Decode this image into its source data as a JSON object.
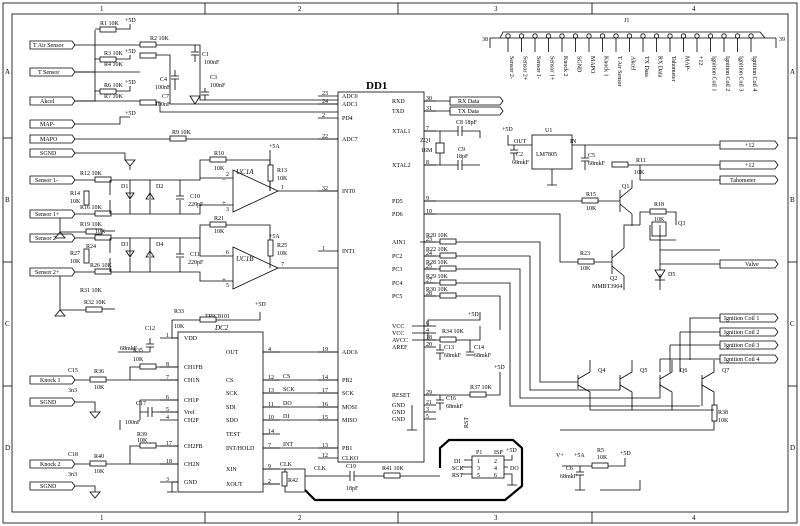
{
  "frame": {
    "columns": [
      "1",
      "2",
      "3",
      "4"
    ],
    "rows": [
      "A",
      "B",
      "C",
      "D"
    ]
  },
  "connectors": {
    "t_air_sensor": "T Air Sensor",
    "t_sensor": "T Sensor",
    "akcel": "Akcel",
    "map_minus": "MAP-",
    "mapo": "MAPO",
    "sgnd": "SGND",
    "sensor1_minus": "Sensor 1-",
    "sensor1_plus": "Sensor 1+",
    "sensor2_minus": "Sensor 2-",
    "sensor2_plus": "Sensor 2+",
    "knock1": "Knock 1",
    "knock2": "Knock 2",
    "rx_data": "RX Data",
    "tx_data": "TX Data",
    "plus12": "+12",
    "tahometer": "Tahometer",
    "valve": "Valve",
    "ign1": "Ignition Coil 1",
    "ign2": "Ignition Coil 2",
    "ign3": "Ignition Coil 3",
    "ign4": "Ignition Coil 4"
  },
  "rails": {
    "p5d": "+5D",
    "p5a": "+5A",
    "vplus": "V+"
  },
  "mcu": {
    "name": "DD1",
    "left_pins": [
      {
        "num": "23",
        "name": "ADC0"
      },
      {
        "num": "24",
        "name": "ADC1"
      },
      {
        "num": "2",
        "name": "PD4"
      },
      {
        "num": "22",
        "name": "ADC7"
      },
      {
        "num": "32",
        "name": "INT0"
      },
      {
        "num": "1",
        "name": "INT1"
      },
      {
        "num": "19",
        "name": "ADC6"
      },
      {
        "num": "14",
        "name": "PB2"
      },
      {
        "num": "17",
        "name": "SCK"
      },
      {
        "num": "16",
        "name": "MOSI"
      },
      {
        "num": "15",
        "name": "MISO"
      },
      {
        "num": "13",
        "name": "PB1"
      },
      {
        "num": "12",
        "name": "CLKO"
      }
    ],
    "right_pins": [
      {
        "num": "30",
        "name": "RXD"
      },
      {
        "num": "31",
        "name": "TXD"
      },
      {
        "num": "7",
        "name": "XTAL1"
      },
      {
        "num": "8",
        "name": "XTAL2"
      },
      {
        "num": "9",
        "name": "PD5"
      },
      {
        "num": "10",
        "name": "PD6"
      },
      {
        "num": "23",
        "name": "AIN1"
      },
      {
        "num": "24",
        "name": "PC2"
      },
      {
        "num": "25",
        "name": "PC3"
      },
      {
        "num": "27",
        "name": "PC4"
      },
      {
        "num": "28",
        "name": "PC5"
      },
      {
        "num": "6",
        "name": "VCC"
      },
      {
        "num": "4",
        "name": "VCC"
      },
      {
        "num": "18",
        "name": "AVCC"
      },
      {
        "num": "20",
        "name": "AREF"
      },
      {
        "num": "29",
        "name": "RESET"
      },
      {
        "num": "21",
        "name": "GND"
      },
      {
        "num": "3",
        "name": "GND"
      },
      {
        "num": "5",
        "name": "GND"
      }
    ]
  },
  "tpic": {
    "ref": "DC2",
    "name": "TPIC8101",
    "left_pins": [
      {
        "num": "1",
        "name": "VDD"
      },
      {
        "num": "8",
        "name": "CH1FB"
      },
      {
        "num": "7",
        "name": "CH1N"
      },
      {
        "num": "6",
        "name": "CH1P"
      },
      {
        "num": "5",
        "name": "Vref"
      },
      {
        "num": "4",
        "name": "CH2P"
      },
      {
        "num": "17",
        "name": "CH2FB"
      },
      {
        "num": "18",
        "name": "CH2N"
      },
      {
        "num": "3",
        "name": "GND"
      }
    ],
    "right_pins": [
      {
        "num": "4",
        "name": "OUT"
      },
      {
        "num": "12",
        "name": "CS"
      },
      {
        "num": "13",
        "name": "SCK"
      },
      {
        "num": "11",
        "name": "SDI"
      },
      {
        "num": "10",
        "name": "SDO"
      },
      {
        "num": "14",
        "name": "TEST"
      },
      {
        "num": "7",
        "name": "INT/HOLD"
      },
      {
        "num": "9",
        "name": "XIN"
      },
      {
        "num": "2",
        "name": "XOUT"
      }
    ],
    "net_labels": [
      "CS",
      "SCK",
      "DO",
      "DI",
      "INT",
      "CLK"
    ]
  },
  "opamps": [
    {
      "ref": "UC1A",
      "pins": [
        "2",
        "3",
        "1"
      ]
    },
    {
      "ref": "UC1B",
      "pins": [
        "6",
        "5",
        "7"
      ]
    }
  ],
  "regulator": {
    "ref": "U1",
    "name": "LM7805",
    "pins": [
      "OUT",
      "IN"
    ]
  },
  "crystal": {
    "ref": "ZQ1",
    "value": "16M"
  },
  "isp": {
    "ref": "P1",
    "title": "ISP",
    "pins": [
      "1",
      "2",
      "3",
      "4",
      "5",
      "6"
    ],
    "signals": [
      "DI",
      "SCK",
      "RST",
      "DO"
    ]
  },
  "db_connector": {
    "ref": "J1",
    "pin_left": "38",
    "pin_right": "39",
    "signals": [
      "Sensor 2-",
      "Sensor 2+",
      "Sensor 1-",
      "Sensor 1+",
      "Knock 2",
      "SGND",
      "MAPO",
      "Knock 1",
      "T Air Sensor",
      "Akcel",
      "TX Data",
      "RX Data",
      "Tahometer",
      "MAP-",
      "+12",
      "Ignition Coil 1",
      "Ignition Coil 2",
      "Ignition Coil 3",
      "Ignition Coil 4"
    ]
  },
  "labels": {
    "r1": "R1 10K",
    "r2": "R2 10K",
    "r3": "R3 10K",
    "r4": "R4 10K",
    "r6": "R6 10K",
    "r7": "R7 10K",
    "r9": "R9 10K",
    "r10": "R10",
    "r10v": "10K",
    "r12": "R12 10K",
    "r13": "R13",
    "r13v": "10K",
    "r14": "R14",
    "r14v": "10K",
    "r16": "R16 10K",
    "r19": "R19 10K",
    "r21": "R21",
    "r21v": "10K",
    "r24": "R24",
    "r24v": "10K",
    "r25": "R25",
    "r25v": "10K",
    "r26": "R26 10K",
    "r27": "R27",
    "r27v": "10K",
    "r31": "R31 10K",
    "r32": "R32 10K",
    "r33": "R33",
    "r33v": "10K",
    "r35": "R35",
    "r35v": "10K",
    "r36": "R36",
    "r36v": "10K",
    "r39": "R39",
    "r39v": "10K",
    "r40": "R40",
    "r40v": "10K",
    "r41": "R41 10K",
    "r42": "R42",
    "r34": "R34 10K",
    "r37": "R37 10K",
    "r20": "R20 10K",
    "r22": "R22 10K",
    "r28": "R28 10K",
    "r29": "R29 10K",
    "r30": "R30 10K",
    "r11": "R11",
    "r11v": "10K",
    "r15": "R15",
    "r15v": "10K",
    "r18": "R18",
    "r18v": "10K",
    "r23": "R23",
    "r23v": "10K",
    "r38": "R38",
    "r38v": "10K",
    "r5": "R5",
    "r5v": "10K",
    "c1": "C1",
    "c1v": "100nF",
    "c3": "C3",
    "c3v": "100nF",
    "c4": "C4",
    "c4v": "100nF",
    "c7": "C7",
    "c7v": "100nF",
    "c8": "C8 18pF",
    "c9": "C9",
    "c9v": "18pF",
    "c10": "C10",
    "c10v": "220pF",
    "c11": "C11",
    "c11v": "220pF",
    "c12": "C12",
    "c12v": "68mkF",
    "c13": "C13",
    "c13v": "68mkF",
    "c14": "C14",
    "c14v": "68mkF",
    "c15": "C15",
    "c15v": "3n3",
    "c16": "C16",
    "c16v": "68mkF",
    "c17": "C17",
    "c17v": "100nF",
    "c18": "C18",
    "c18v": "3n3",
    "c19": "C19",
    "c19v": "18pF",
    "c2": "C2",
    "c2v": "68mkF",
    "c5": "C5",
    "c5v": "68mkF",
    "c6": "C6",
    "c6v": "68mkF",
    "d1": "D1",
    "d2": "D2",
    "d3": "D3",
    "d4": "D4",
    "d5": "D5",
    "q1": "Q1",
    "q2": "Q2",
    "q2v": "MMBT3904",
    "q3": "Q3",
    "q4": "Q4",
    "q5": "Q5",
    "q6": "Q6",
    "q7": "Q7",
    "vcc_tpic": "+5D",
    "ic_rst": "RST"
  }
}
